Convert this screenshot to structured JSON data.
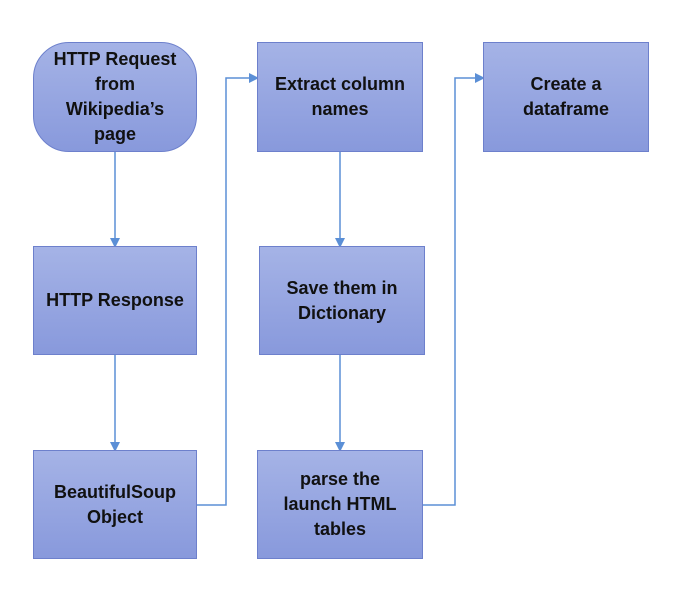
{
  "colors": {
    "node_fill_top": "#a5b3e6",
    "node_fill_bottom": "#8899dc",
    "node_border": "#6d80cc",
    "connector": "#5b8fd6"
  },
  "nodes": {
    "http_request": "HTTP Request\nfrom\nWikipedia’s\npage",
    "http_response": "HTTP Response",
    "beautifulsoup": "BeautifulSoup\nObject",
    "extract_columns": "Extract column\nnames",
    "save_dictionary": "Save them in\nDictionary",
    "parse_tables": "parse the\nlaunch HTML\ntables",
    "create_dataframe": "Create a\ndataframe"
  },
  "edges": [
    {
      "from": "http_request",
      "to": "http_response"
    },
    {
      "from": "http_response",
      "to": "beautifulsoup"
    },
    {
      "from": "beautifulsoup",
      "to": "extract_columns"
    },
    {
      "from": "extract_columns",
      "to": "save_dictionary"
    },
    {
      "from": "save_dictionary",
      "to": "parse_tables"
    },
    {
      "from": "parse_tables",
      "to": "create_dataframe"
    }
  ]
}
